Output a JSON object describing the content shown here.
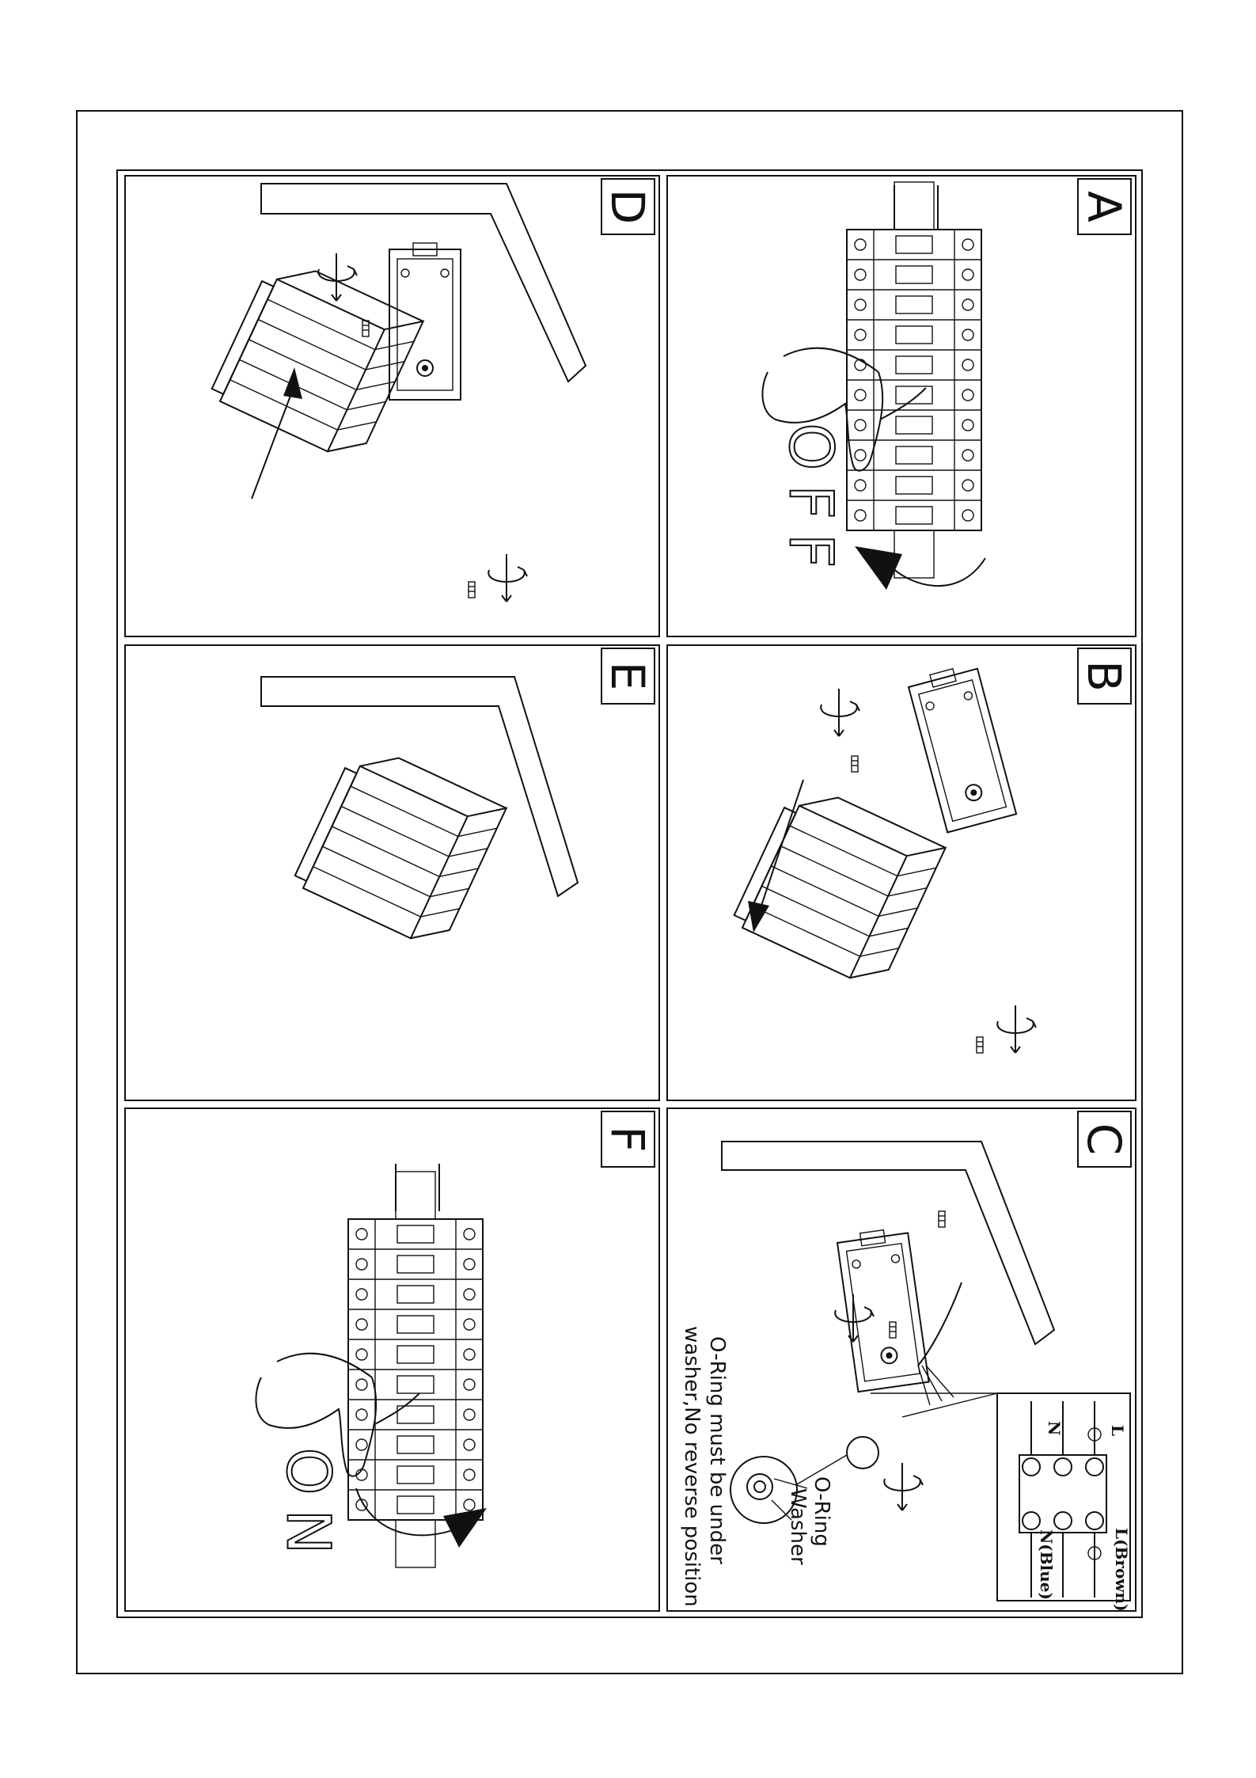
{
  "panels": {
    "a": {
      "letter": "A",
      "word": "OFF"
    },
    "b": {
      "letter": "B"
    },
    "c": {
      "letter": "C",
      "note_line1": "O-Ring must be under",
      "note_line2": "washer,No reverse position",
      "callout_oring": "O-Ring",
      "callout_washer": "Washer",
      "terminal": {
        "top_label": "L",
        "mid_label": "N",
        "wire_l": "L(Brown)",
        "wire_n": "N(Blue)"
      }
    },
    "d": {
      "letter": "D"
    },
    "e": {
      "letter": "E"
    },
    "f": {
      "letter": "F",
      "word": "ON"
    }
  }
}
